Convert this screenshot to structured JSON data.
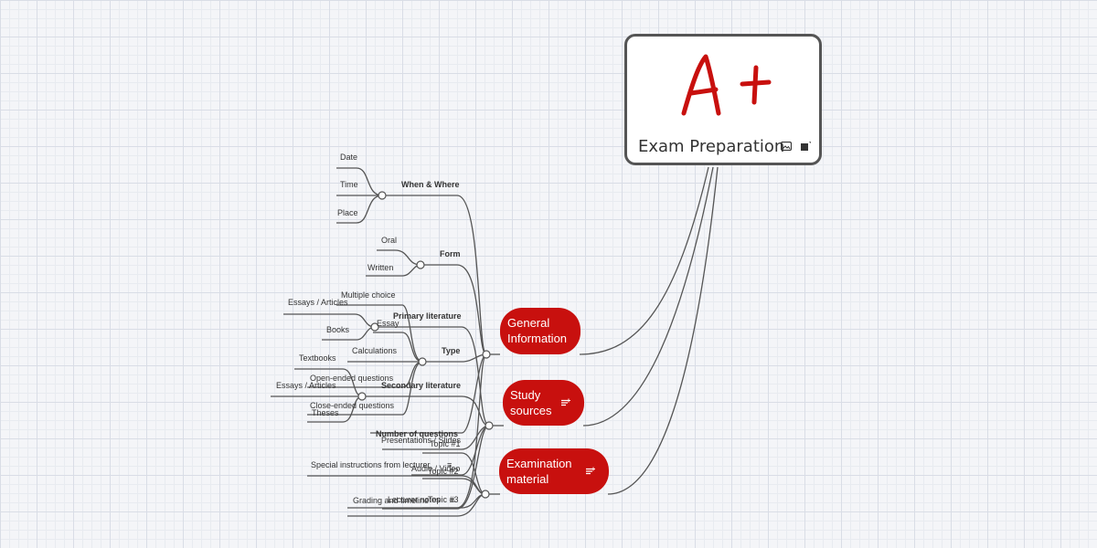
{
  "root": {
    "badge": "A+",
    "title": "Exam Preparation",
    "icons": [
      "image-icon",
      "note-icon"
    ]
  },
  "branches": {
    "general": {
      "label": "General Information",
      "icon": ""
    },
    "study": {
      "label": "Study sources",
      "icon": "note-icon"
    },
    "exam": {
      "label": "Examination material",
      "icon": "note-icon"
    }
  },
  "labels": {
    "date": "Date",
    "time": "Time",
    "place": "Place",
    "when_where": "When & Where",
    "oral": "Oral",
    "written": "Written",
    "form": "Form",
    "multiple_choice": "Multiple choice",
    "essays_articles_1": "Essays / Articles",
    "essay": "Essay",
    "books": "Books",
    "primary_lit": "Primary literature",
    "calculations": "Calculations",
    "type": "Type",
    "textbooks": "Textbooks",
    "open_ended": "Open-ended questions",
    "essays_articles_2": "Essays / Articles",
    "secondary_lit": "Secondary literature",
    "close_ended": "Close-ended questions",
    "theses": "Theses",
    "num_questions": "Number of questions",
    "presentations": "Presentations / Slides",
    "topic1": "Topic #1",
    "special": "Special instructions from lecturer",
    "audio_video": "Audio / Video",
    "topic2": "Topic #2",
    "lecturer_notes": "Lecturer notes",
    "topic3": "Topic #3",
    "grading": "Grading and timeline"
  },
  "colors": {
    "branch": "#c8100e",
    "line": "#555555",
    "badge": "#c8100e"
  }
}
